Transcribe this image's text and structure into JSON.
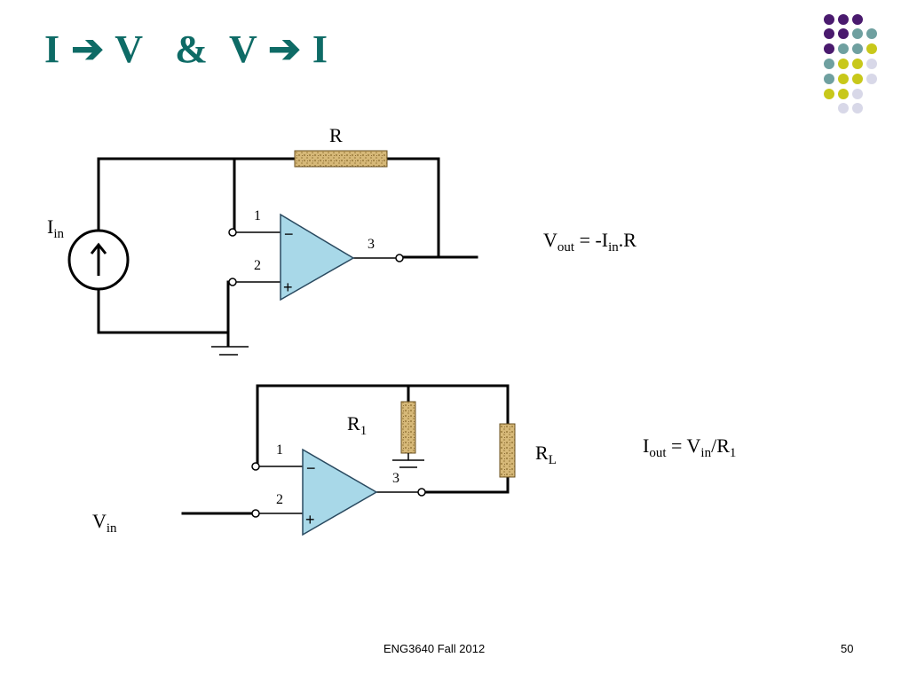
{
  "title": "I ➔ V   &  V ➔ I",
  "colors": {
    "title": "#0e6b66",
    "dot_purple": "#4a1a6e",
    "dot_teal": "#6fa0a0",
    "dot_yellow": "#c8c81a",
    "dot_lavender": "#d8d8e8",
    "opamp_fill": "#a8d8e8",
    "resistor_fill": "#d6b878"
  },
  "diagram1": {
    "resistor_label": "R",
    "source_label": {
      "main": "I",
      "sub": "in"
    },
    "pin1": "1",
    "pin2": "2",
    "pin3": "3",
    "minus": "−",
    "plus": "+",
    "equation": {
      "lhs_main": "V",
      "lhs_sub": "out",
      "mid": " = -I",
      "mid_sub": "in",
      "rhs": ".R"
    }
  },
  "diagram2": {
    "r1_label": {
      "main": "R",
      "sub": "1"
    },
    "rl_label": {
      "main": "R",
      "sub": "L"
    },
    "vin_label": {
      "main": "V",
      "sub": "in"
    },
    "pin1": "1",
    "pin2": "2",
    "pin3": "3",
    "minus": "−",
    "plus": "+",
    "equation": {
      "lhs_main": "I",
      "lhs_sub": "out",
      "mid": " = V",
      "mid_sub": "in",
      "rhs": "/R",
      "rhs_sub": "1"
    }
  },
  "footer": {
    "course": "ENG3640 Fall 2012",
    "page": "50"
  }
}
